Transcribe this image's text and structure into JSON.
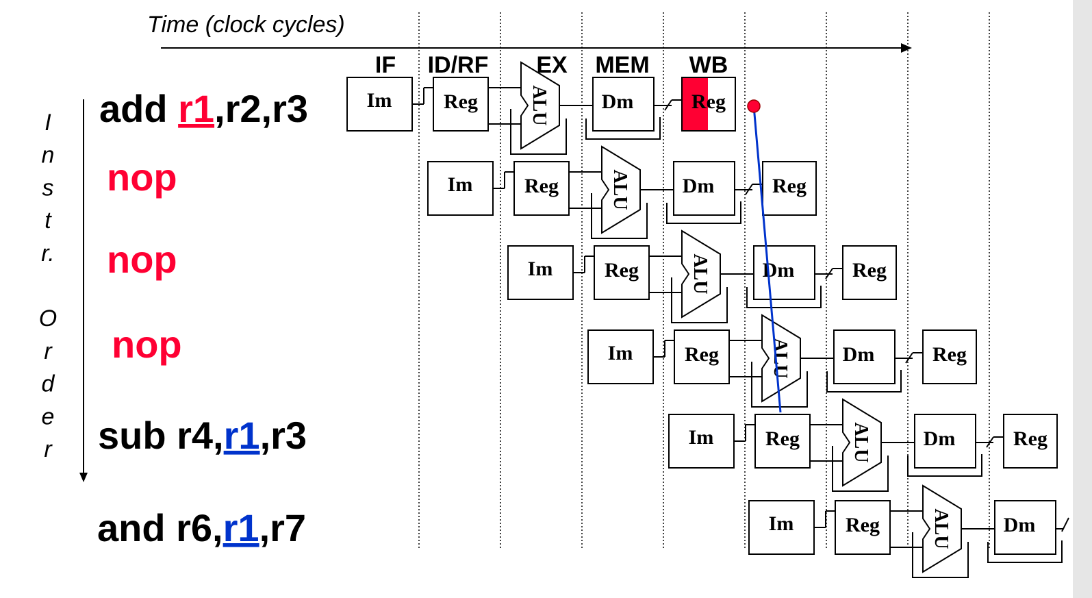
{
  "time_label": "Time (clock cycles)",
  "stage_headers": [
    "IF",
    "ID/RF",
    "EX",
    "MEM",
    "WB"
  ],
  "axis_label": [
    "I",
    "n",
    "s",
    "t",
    "r.",
    "",
    "O",
    "r",
    "d",
    "e",
    "r"
  ],
  "instructions": [
    {
      "parts": [
        {
          "text": "add ",
          "style": "plain"
        },
        {
          "text": "r1",
          "style": "dest"
        },
        {
          "text": ",r2,r3",
          "style": "plain"
        }
      ]
    },
    {
      "parts": [
        {
          "text": "nop",
          "style": "nop"
        }
      ]
    },
    {
      "parts": [
        {
          "text": "nop",
          "style": "nop"
        }
      ]
    },
    {
      "parts": [
        {
          "text": "nop",
          "style": "nop"
        }
      ]
    },
    {
      "parts": [
        {
          "text": "sub r4,",
          "style": "plain"
        },
        {
          "text": "r1",
          "style": "src"
        },
        {
          "text": ",r3",
          "style": "plain"
        }
      ]
    },
    {
      "parts": [
        {
          "text": "and r6,",
          "style": "plain"
        },
        {
          "text": "r1",
          "style": "src"
        },
        {
          "text": ",r7",
          "style": "plain"
        }
      ]
    }
  ],
  "unit_labels": {
    "im": "Im",
    "reg": "Reg",
    "alu": "ALU",
    "dm": "Dm"
  },
  "colors": {
    "dest": "#ff0033",
    "nop": "#ff0033",
    "src": "#0033cc",
    "forward_line": "#0033cc",
    "write_highlight": "#ff0033",
    "text": "#000000"
  }
}
